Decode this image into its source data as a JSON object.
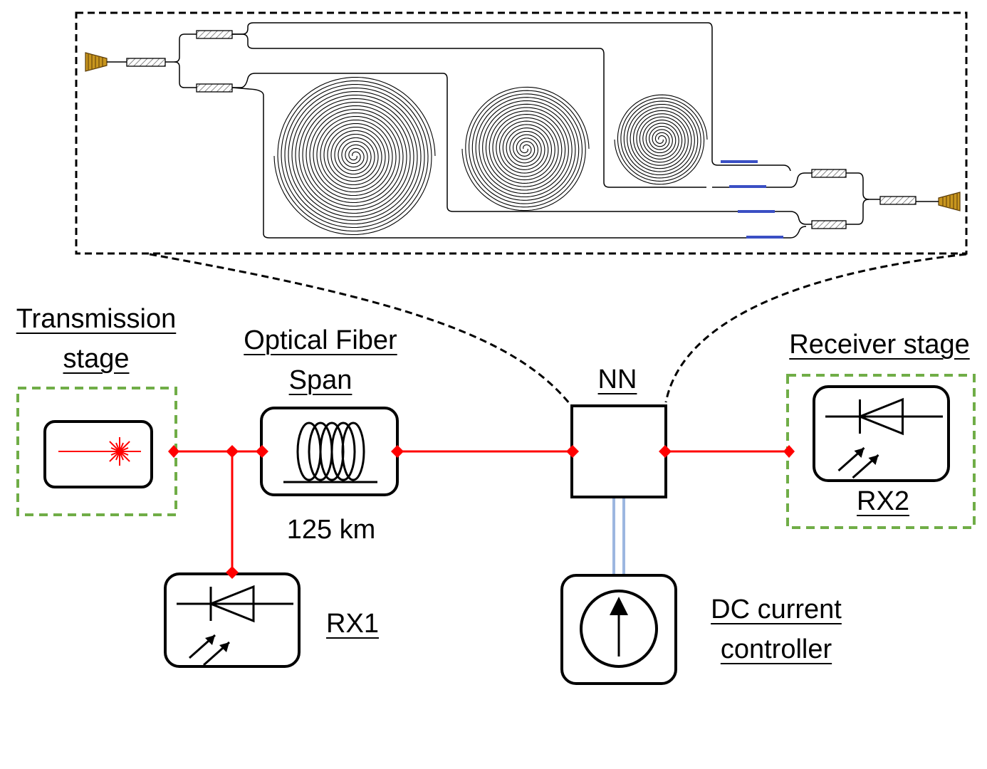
{
  "labels": {
    "transmission_line1": "Transmission",
    "transmission_line2": "stage",
    "fiber_line1": "Optical Fiber",
    "fiber_line2": "Span",
    "fiber_length": "125 km",
    "nn": "NN",
    "receiver_stage": "Receiver stage",
    "rx1": "RX1",
    "rx2": "RX2",
    "dc_line1": "DC current",
    "dc_line2": "controller"
  },
  "colors": {
    "signal_line": "#ff0000",
    "node": "#ff0000",
    "stage_border": "#70ad47",
    "electrical_link": "#9db7e0",
    "chip_heater": "#3a4fc4",
    "grating_coupler": "#c8961e"
  },
  "icons": {
    "laser": "laser-burst-icon",
    "fiber": "fiber-coil-icon",
    "photodiode": "photodiode-icon",
    "current_source": "current-source-icon"
  },
  "chip": {
    "spirals": 3,
    "heaters": 4,
    "couplers": 2
  }
}
